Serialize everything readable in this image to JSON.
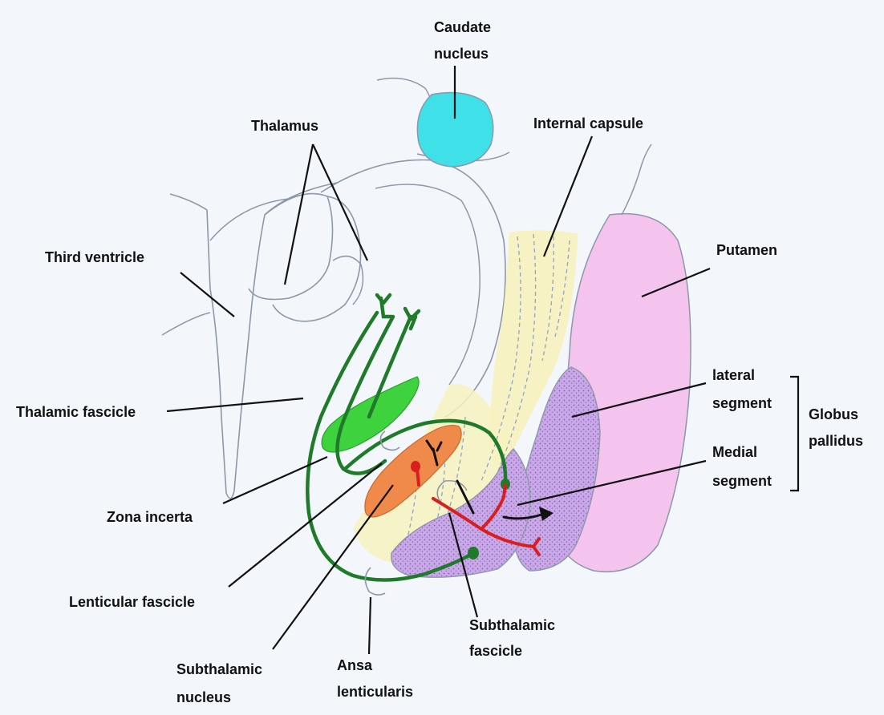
{
  "diagram": {
    "labels": {
      "caudate_1": "Caudate",
      "caudate_2": "nucleus",
      "thalamus": "Thalamus",
      "internal_capsule": "Internal capsule",
      "third_ventricle": "Third ventricle",
      "putamen": "Putamen",
      "thalamic_fascicle": "Thalamic fascicle",
      "lateral_1": "lateral",
      "lateral_2": "segment",
      "globus_1": "Globus",
      "globus_2": "pallidus",
      "medial_1": "Medial",
      "medial_2": "segment",
      "zona_incerta": "Zona incerta",
      "lenticular_fascicle": "Lenticular fascicle",
      "subthalamic_fascicle_1": "Subthalamic",
      "subthalamic_fascicle_2": "fascicle",
      "subthalamic_nucleus_1": "Subthalamic",
      "subthalamic_nucleus_2": "nucleus",
      "ansa_1": "Ansa",
      "ansa_2": "lenticularis"
    },
    "colors": {
      "background": "#f3f7fb",
      "outline": "#8c98a8",
      "caudate": "#3fe0e8",
      "putamen": "#f4c4ee",
      "globus_pallidus": "#c8a6e6",
      "internal_capsule": "#f7f2bf",
      "zona_incerta": "#3fd23f",
      "subthalamic_nucleus": "#f08a4b",
      "fibers": "#1f7a2a",
      "subthalamic_fascicle": "#d81e1e"
    }
  }
}
